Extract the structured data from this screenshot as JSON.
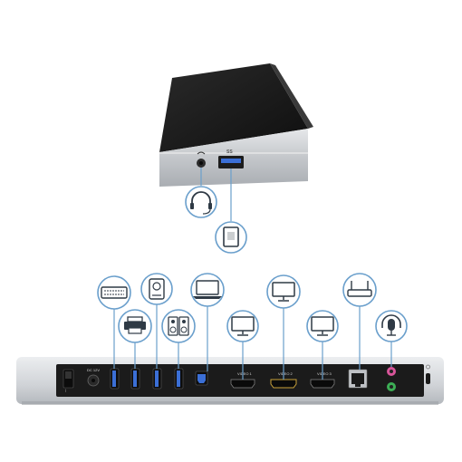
{
  "product": {
    "front_usb_label": "SS",
    "rear_port_labels": {
      "video_1": "VIDEO 1",
      "video_2": "VIDEO 2",
      "video_3": "VIDEO 3",
      "power_rating": "DC 12V"
    }
  },
  "icons": {
    "front": [
      "headset-icon",
      "tablet-icon"
    ],
    "rear": [
      "keyboard-icon",
      "printer-icon",
      "external-drive-icon",
      "speakers-icon",
      "laptop-icon",
      "monitor-icon",
      "ethernet-router-icon",
      "headset-mic-icon"
    ]
  },
  "colors": {
    "icon_stroke": "#6a9fcc",
    "usb_blue": "#3b6fd6",
    "dock_black": "#1b1b1b",
    "dock_silver": "#c9ccd1",
    "mic_pink": "#d8559a",
    "audio_green": "#3cae55"
  }
}
